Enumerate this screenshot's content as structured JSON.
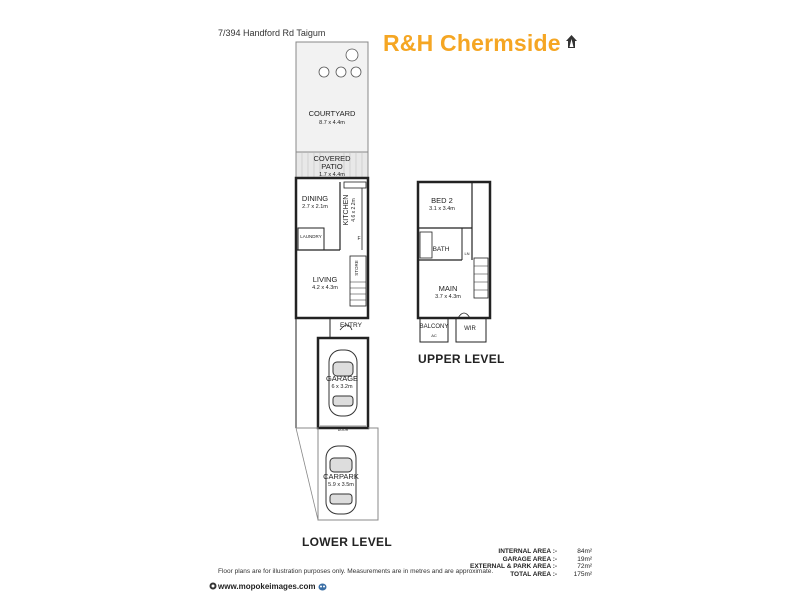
{
  "header": {
    "address": "7/394 Handford Rd Taigum",
    "brand": "R&H Chermside",
    "brand_color": "#F5A623"
  },
  "lower_level": {
    "title": "LOWER LEVEL",
    "rooms": {
      "courtyard": {
        "name": "COURTYARD",
        "dims": "8.7 x 4.4m"
      },
      "patio_line1": "COVERED",
      "patio_line2": "PATIO",
      "patio_dims": "1.7 x 4.4m",
      "dining": {
        "name": "DINING",
        "dims": "2.7 x 2.1m"
      },
      "kitchen": {
        "name": "KITCHEN",
        "dims": "4.6 x 2.2m"
      },
      "laundry": "LAUNDRY",
      "fridge": "F",
      "store": "STORE",
      "living": {
        "name": "LIVING",
        "dims": "4.2 x 4.3m"
      },
      "entry": "ENTRY",
      "garage": {
        "name": "GARAGE",
        "dims": "6 x 3.2m"
      },
      "door": "DOOR",
      "carpark": {
        "name": "CARPARK",
        "dims": "5.9 x 3.5m"
      }
    }
  },
  "upper_level": {
    "title": "UPPER LEVEL",
    "rooms": {
      "bed2": {
        "name": "BED 2",
        "dims": "3.1 x 3.4m"
      },
      "bath": "BATH",
      "linen": "LN",
      "main": {
        "name": "MAIN",
        "dims": "3.7 x 4.3m"
      },
      "balcony": "BALCONY",
      "ac": "AC",
      "wir": "WIR"
    }
  },
  "areas": [
    {
      "label": "INTERNAL AREA :-",
      "value": "84m²"
    },
    {
      "label": "GARAGE AREA :-",
      "value": "19m²"
    },
    {
      "label": "EXTERNAL & PARK AREA :-",
      "value": "72m²"
    },
    {
      "label": "TOTAL AREA :-",
      "value": "175m²"
    }
  ],
  "disclaimer": "Floor plans are for illustration purposes only. Measurements are in metres and are approximate.",
  "footer": {
    "url": "www.mopokeimages.com",
    "icon": "camera-icon"
  }
}
